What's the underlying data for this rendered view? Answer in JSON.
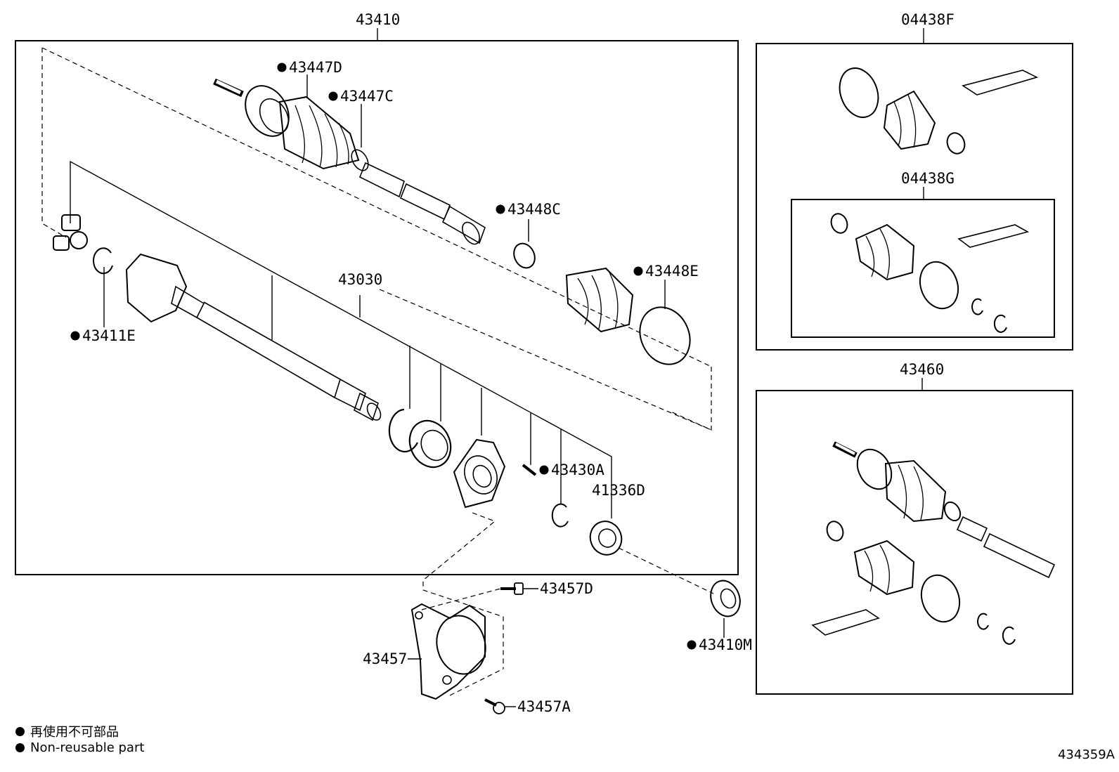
{
  "frames": {
    "main": "43410",
    "kit_f": "04438F",
    "kit_g": "04438G",
    "right_assy": "43460"
  },
  "callouts": {
    "c43447D": "43447D",
    "c43447C": "43447C",
    "c43448C": "43448C",
    "c43448E": "43448E",
    "c43030": "43030",
    "c43411E": "43411E",
    "c43430A": "43430A",
    "c41336D": "41336D",
    "c43457D": "43457D",
    "c43457": "43457",
    "c43457A": "43457A",
    "c43410M": "43410M"
  },
  "legend": {
    "line1": "再使用不可部品",
    "line2": "Non-reusable part"
  },
  "diagram_id": "434359A"
}
